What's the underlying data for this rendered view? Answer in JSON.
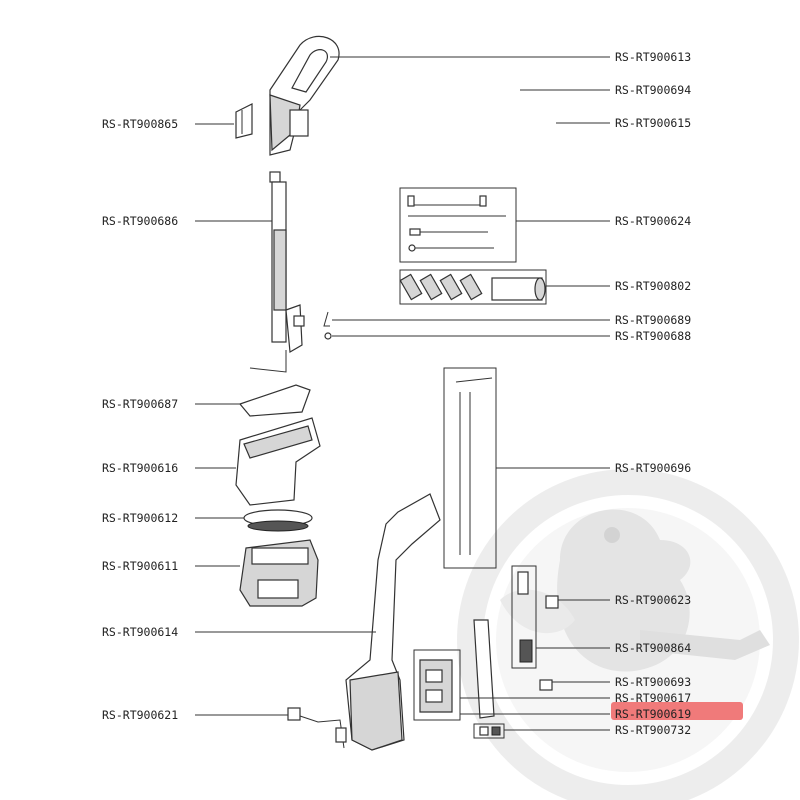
{
  "diagram": {
    "labels": {
      "rs_rt900613": "RS-RT900613",
      "rs_rt900694": "RS-RT900694",
      "rs_rt900615": "RS-RT900615",
      "rs_rt900865": "RS-RT900865",
      "rs_rt900686": "RS-RT900686",
      "rs_rt900624": "RS-RT900624",
      "rs_rt900802": "RS-RT900802",
      "rs_rt900689": "RS-RT900689",
      "rs_rt900688": "RS-RT900688",
      "rs_rt900687": "RS-RT900687",
      "rs_rt900616": "RS-RT900616",
      "rs_rt900696": "RS-RT900696",
      "rs_rt900612": "RS-RT900612",
      "rs_rt900611": "RS-RT900611",
      "rs_rt900623": "RS-RT900623",
      "rs_rt900614": "RS-RT900614",
      "rs_rt900864": "RS-RT900864",
      "rs_rt900693": "RS-RT900693",
      "rs_rt900617": "RS-RT900617",
      "rs_rt900619": "RS-RT900619",
      "rs_rt900621": "RS-RT900621",
      "rs_rt900732": "RS-RT900732"
    },
    "highlighted_part": "RS-RT900619",
    "colors": {
      "highlight": "#f07a7a",
      "line": "#333333",
      "watermark": "#e6e6e6"
    },
    "watermark_icon": "duck-logo"
  }
}
